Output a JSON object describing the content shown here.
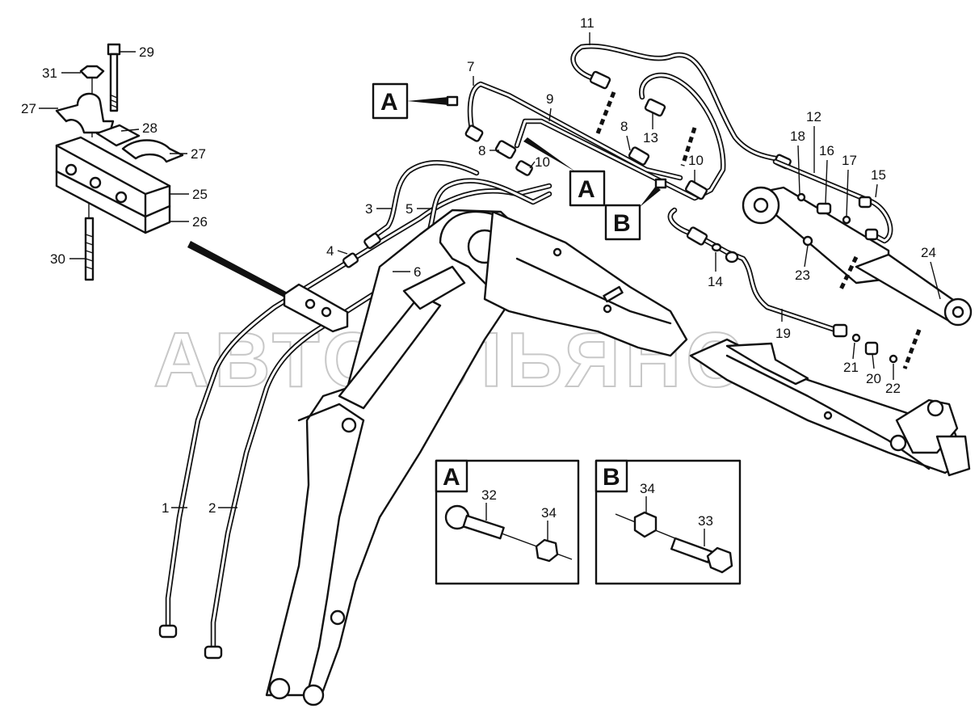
{
  "watermark": "АВТОАЛЬЯНС",
  "detail_boxes": {
    "a_label": "A",
    "b_label": "B",
    "a_callouts": [
      "32",
      "34"
    ],
    "b_callouts": [
      "34",
      "33"
    ]
  },
  "ref_markers": {
    "a_top": "A",
    "a_mid": "A",
    "b_mid": "B"
  },
  "callouts": {
    "c1": "1",
    "c2": "2",
    "c3": "3",
    "c4": "4",
    "c5": "5",
    "c6": "6",
    "c7": "7",
    "c8a": "8",
    "c8b": "8",
    "c9": "9",
    "c10a": "10",
    "c10b": "10",
    "c11": "11",
    "c12": "12",
    "c13": "13",
    "c14": "14",
    "c15": "15",
    "c16": "16",
    "c17": "17",
    "c18": "18",
    "c19": "19",
    "c20": "20",
    "c21": "21",
    "c22": "22",
    "c23": "23",
    "c24": "24",
    "c25": "25",
    "c26": "26",
    "c27a": "27",
    "c27b": "27",
    "c28": "28",
    "c29": "29",
    "c30": "30",
    "c31": "31"
  }
}
